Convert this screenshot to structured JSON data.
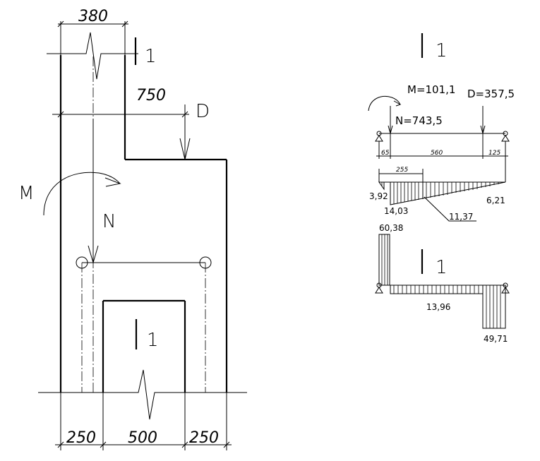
{
  "left": {
    "dim_top": "380",
    "dim_mid": "750",
    "dim_bottom": [
      "250",
      "500",
      "250"
    ],
    "section_mark": "1",
    "load_D": "D",
    "moment_M": "M",
    "load_N": "N"
  },
  "right": {
    "section_title": "1",
    "M_label": "M=101,1",
    "D_label": "D=357,5",
    "N_label": "N=743,5",
    "spans": [
      "65",
      "560",
      "125"
    ],
    "dist_255": "255",
    "val_3_92": "3,92",
    "val_14_03": "14,03",
    "val_11_37": "11,37",
    "val_6_21": "6,21",
    "val_60_38": "60,38",
    "val_13_96": "13,96",
    "val_49_71": "49,71"
  }
}
